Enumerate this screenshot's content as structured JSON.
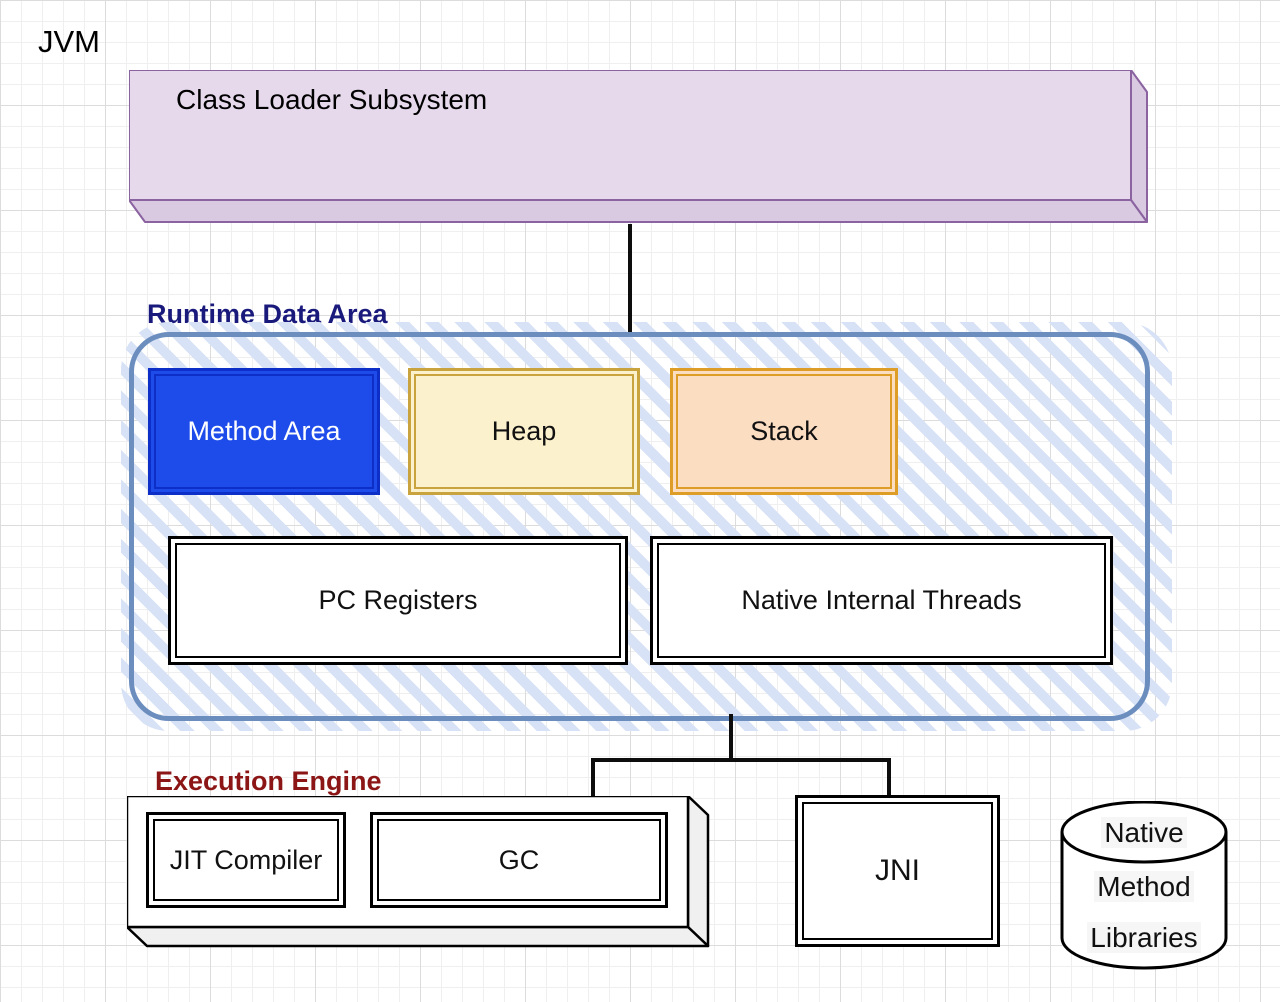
{
  "diagram": {
    "jvm_label": "JVM",
    "class_loader": {
      "label": "Class Loader Subsystem"
    },
    "runtime_data_area": {
      "label": "Runtime Data Area",
      "method_area": {
        "label": "Method Area"
      },
      "heap": {
        "label": "Heap"
      },
      "stack": {
        "label": "Stack"
      },
      "pc_registers": {
        "label": "PC Registers"
      },
      "native_internal_threads": {
        "label": "Native Internal Threads"
      }
    },
    "execution_engine": {
      "label": "Execution Engine",
      "jit_compiler": {
        "label": "JIT Compiler"
      },
      "gc": {
        "label": "GC"
      }
    },
    "jni": {
      "label": "JNI"
    },
    "native_method_libraries": {
      "label": "Native Method Libraries",
      "lines": [
        "Native",
        "Method",
        "Libraries"
      ]
    },
    "colors": {
      "runtime_border": "#6C8EBF",
      "runtime_stripe": "#D8E2F6",
      "runtime_label": "#1A1A7C",
      "execution_label": "#8C1616",
      "method_area_fill": "#1D4CEA",
      "method_area_border": "#0D2FC8",
      "heap_fill": "#FCF1CD",
      "heap_border": "#C8A33E",
      "stack_fill": "#FBDDC2",
      "stack_border": "#DD9D26",
      "class_loader_fill": "#E6D9EC",
      "class_loader_side": "#D9C9E1",
      "class_loader_border": "#8A63A0",
      "connector": "#0D0D0D"
    }
  }
}
